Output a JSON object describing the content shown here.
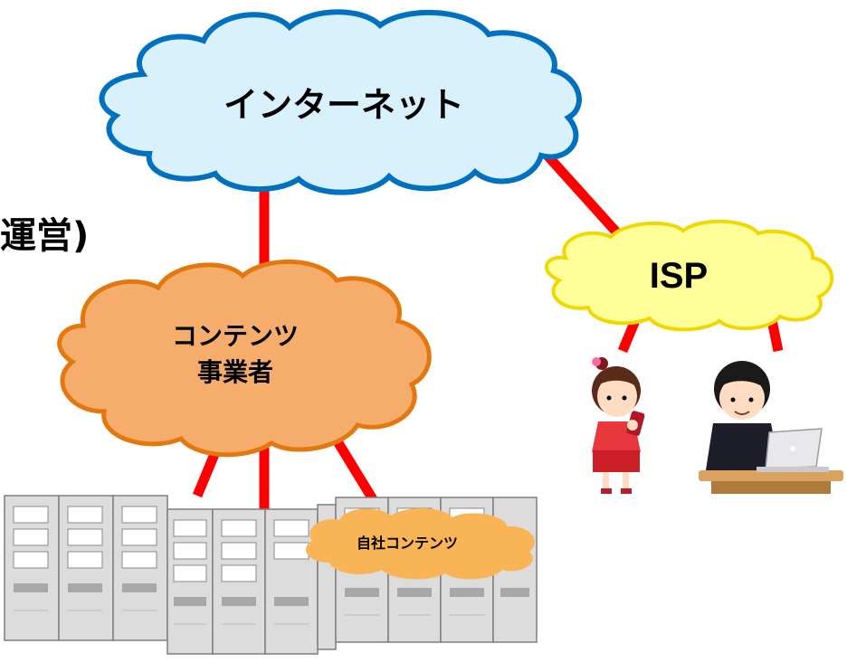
{
  "labels": {
    "internet": "インターネット",
    "isp": "ISP",
    "content_line1": "コンテンツ",
    "content_line2": "事業者",
    "own_content": "自社コンテンツ",
    "partial_title": "運営)"
  },
  "colors": {
    "internet_fill": "#d9f1fc",
    "internet_stroke": "#0070c0",
    "isp_fill": "#ffff99",
    "isp_stroke": "#f0d800",
    "content_fill": "#f6ad6c",
    "content_stroke": "#e3780f",
    "own_content_fill": "#f9b456",
    "link": "#ff0000"
  },
  "icons": [
    "server-rack-icon",
    "girl-with-phone-icon",
    "boy-with-laptop-icon"
  ]
}
